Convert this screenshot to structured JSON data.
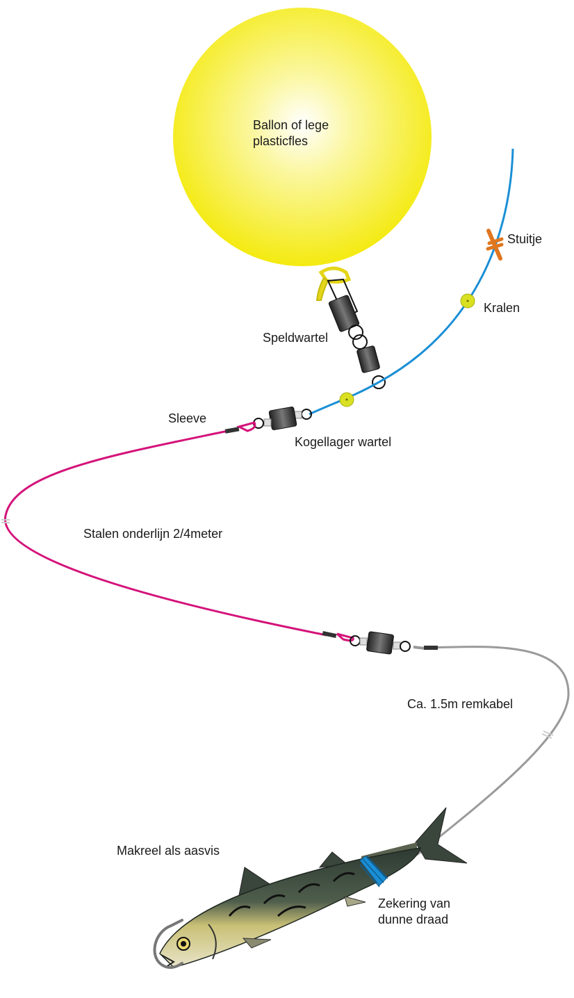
{
  "labels": {
    "balloon_line1": "Ballon of lege",
    "balloon_line2": "plasticfles",
    "stopper": "Stuitje",
    "beads": "Kralen",
    "snap_swivel": "Speldwartel",
    "sleeve": "Sleeve",
    "ball_bearing_swivel": "Kogellager wartel",
    "steel_leader": "Stalen onderlijn 2/4meter",
    "brake_cable": "Ca. 1.5m remkabel",
    "bait_fish": "Makreel als aasvis",
    "fuse_line1": "Zekering van",
    "fuse_line2": "dunne draad"
  },
  "colors": {
    "balloon": "#f7ee1a",
    "main_line": "#1a8fd6",
    "steel_leader": "#d4137a",
    "brake_cable": "#9a9a9a",
    "stopper": "#e0761f",
    "beads": "#d9e021",
    "fuse_wrap": "#1a8fd6",
    "swivel_body": "#3a3a3a"
  },
  "icons": {
    "hook": "hook-icon",
    "fish": "mackerel-icon",
    "balloon": "balloon-icon"
  }
}
